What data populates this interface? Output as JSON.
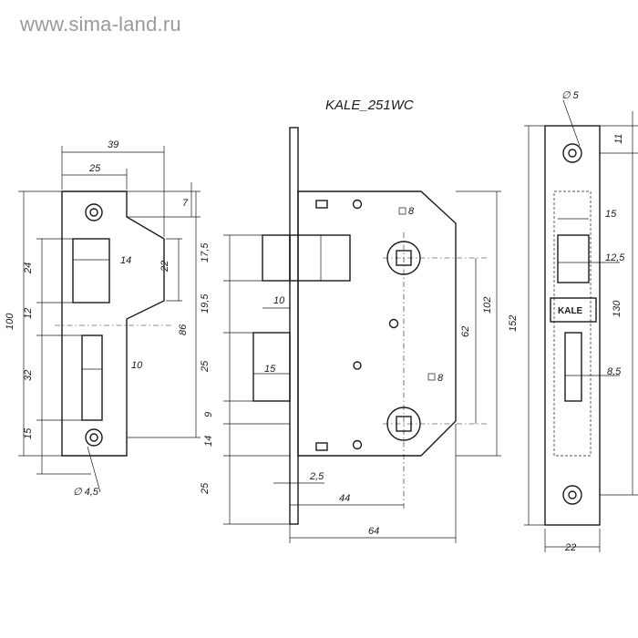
{
  "watermark": "www.sima-land.ru",
  "model": "KALE_251WC",
  "brand_plate": "KALE",
  "strike_plate": {
    "dims": {
      "width_total": "39",
      "width_plate": "25",
      "top_offset": "7",
      "height": "100",
      "height_lip": "86",
      "latch_slot_height": "24",
      "latch_slot_width": "14",
      "lip_height": "22",
      "gap": "12",
      "bolt_slot_height": "32",
      "bolt_slot_width": "10",
      "bottom_offset": "15",
      "hole_diameter": "∅ 4,5"
    }
  },
  "lock_body": {
    "dims": {
      "latch_height": "17,5",
      "latch_projection": "10",
      "latch_offset": "19,5",
      "bolt_height": "25",
      "bolt_projection": "15",
      "gap_9": "9",
      "gap_14": "14",
      "bottom_25": "25",
      "faceplate_thickness": "2,5",
      "backset": "44",
      "depth": "64",
      "spindle_square_top": "8",
      "spindle_square_bottom": "8",
      "center_distance": "62",
      "body_height": "102"
    }
  },
  "faceplate": {
    "dims": {
      "hole_diameter": "∅ 5",
      "top_offset": "11",
      "latch_window_width": "15",
      "latch_window_height": "12,5",
      "hole_spacing": "130",
      "length": "152",
      "bolt_window_width": "8,5",
      "width": "22"
    }
  }
}
